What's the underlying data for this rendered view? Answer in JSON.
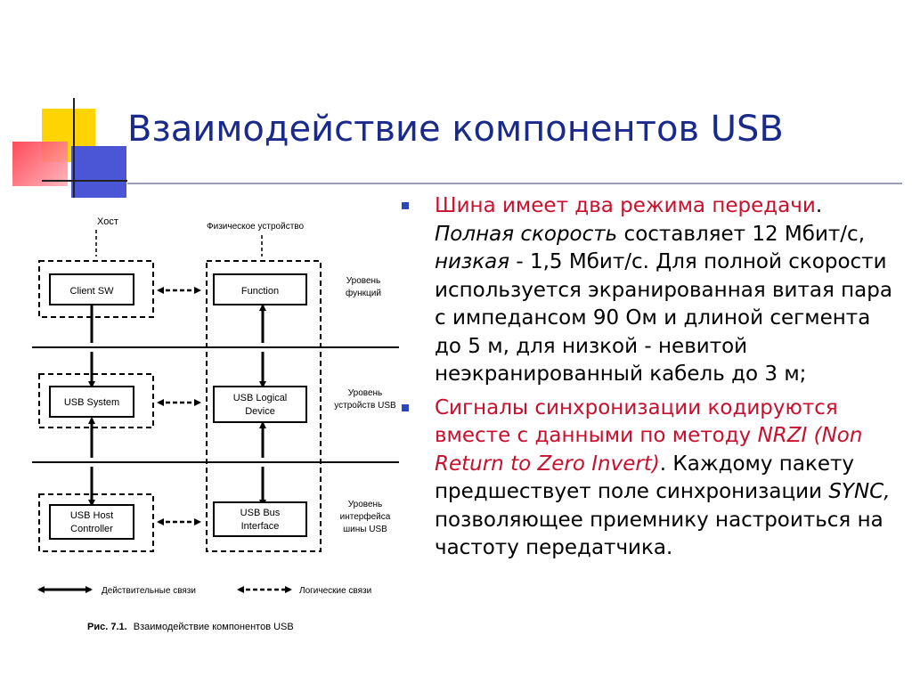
{
  "slide": {
    "title": "Взаимодействие компонентов USB",
    "colors": {
      "title": "#1a2a8c",
      "accent_red": "#c8102e",
      "bullet": "#2e47b8"
    }
  },
  "diagram": {
    "host_label": "Хост",
    "device_label": "Физическое устройство",
    "blocks": {
      "client_sw": "Client SW",
      "function": "Function",
      "usb_system": "USB System",
      "logical_device_1": "USB Logical",
      "logical_device_2": "Device",
      "host_controller_1": "USB Host",
      "host_controller_2": "Controller",
      "bus_interface_1": "USB Bus",
      "bus_interface_2": "Interface"
    },
    "levels": {
      "function_1": "Уровень",
      "function_2": "функций",
      "device_1": "Уровень",
      "device_2": "устройств USB",
      "bus_1": "Уровень",
      "bus_2": "интерфейса",
      "bus_3": "шины USB"
    },
    "legend": {
      "actual": "Действительные связи",
      "logical": "Логические связи"
    },
    "caption_prefix": "Рис. 7.1.",
    "caption_text": "Взаимодействие компонентов USB"
  },
  "bullets": [
    {
      "red": "Шина имеет два режима передачи",
      "t1": ". ",
      "i1": "Полная скорость",
      "t2": " составляет 12 Мбит/с, ",
      "i2": "низкая",
      "t3": " - 1,5 Мбит/с. Для полной скорости используется экранированная витая пара с импедансом 90 Ом и длиной сегмента до 5 м, для низкой - невитой неэкранированный кабель до 3 м;"
    },
    {
      "red": "Сигналы синхронизации кодируются вместе с данными по методу ",
      "red_it": "NRZI (Non Return to Zero Invert)",
      "t1": ". Каждому пакету предшествует поле синхронизации ",
      "i1": "SYNC,",
      "t2": " позволяющее приемнику настроиться на частоту передатчика."
    }
  ]
}
